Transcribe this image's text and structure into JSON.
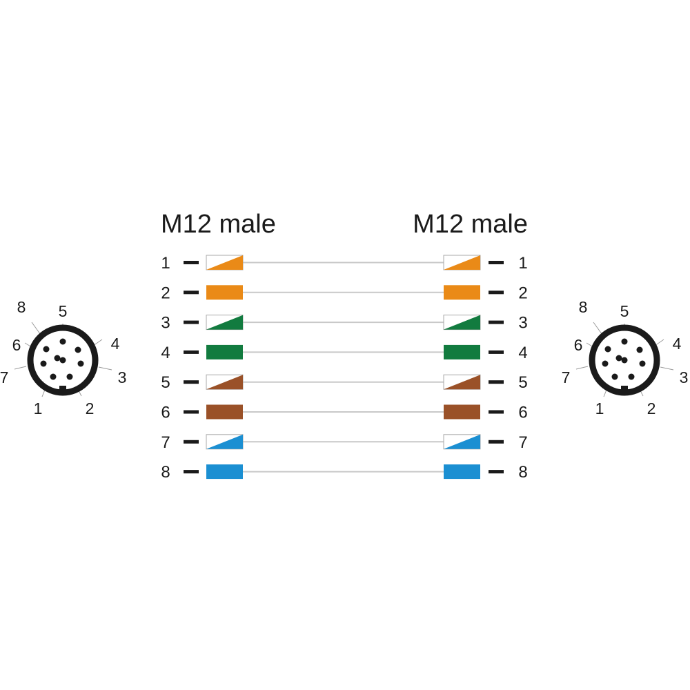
{
  "left_title": "M12 male",
  "right_title": "M12 male",
  "colors": {
    "orange": "#ea8a17",
    "green": "#127b3f",
    "brown": "#9a5128",
    "blue": "#1b8fd2",
    "wire": "#c8c8c8",
    "ink": "#1a1a1a"
  },
  "wires": [
    {
      "pin": "1",
      "color": "orange",
      "striped": true
    },
    {
      "pin": "2",
      "color": "orange",
      "striped": false
    },
    {
      "pin": "3",
      "color": "green",
      "striped": true
    },
    {
      "pin": "4",
      "color": "green",
      "striped": false
    },
    {
      "pin": "5",
      "color": "brown",
      "striped": true
    },
    {
      "pin": "6",
      "color": "brown",
      "striped": false
    },
    {
      "pin": "7",
      "color": "blue",
      "striped": true
    },
    {
      "pin": "8",
      "color": "blue",
      "striped": false
    }
  ],
  "connector_pins": [
    "1",
    "2",
    "3",
    "4",
    "5",
    "6",
    "7",
    "8"
  ]
}
